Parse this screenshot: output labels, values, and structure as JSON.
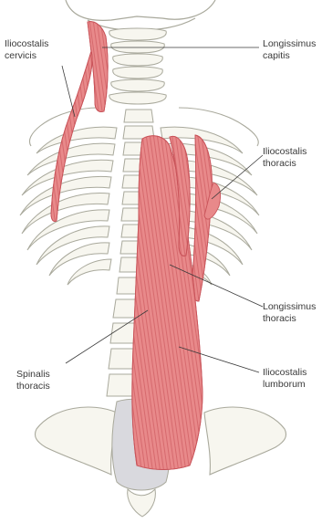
{
  "labels": {
    "iliocostalis_cervicis": [
      "Iliocostalis",
      "cervicis"
    ],
    "longissimus_capitis": [
      "Longissimus",
      "capitis"
    ],
    "iliocostalis_thoracis": [
      "Iliocostalis",
      "thoracis"
    ],
    "longissimus_thoracis": [
      "Longissimus",
      "thoracis"
    ],
    "spinalis_thoracis": [
      "Spinalis",
      "thoracis"
    ],
    "iliocostalis_lumborum": [
      "Iliocostalis",
      "lumborum"
    ]
  },
  "colors": {
    "bone_fill": "#f7f6ef",
    "bone_stroke": "#a9a99c",
    "bone_shadow": "#d9d9de",
    "muscle_fill": "#e8898a",
    "muscle_line": "#c9545a",
    "leader_line": "#3a3a3a"
  }
}
